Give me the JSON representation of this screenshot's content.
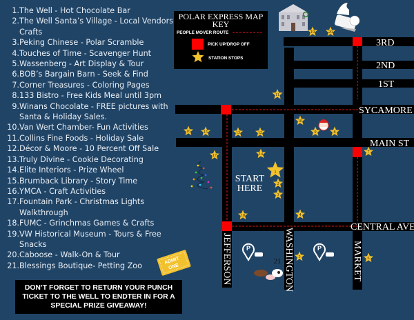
{
  "stops": [
    {
      "num": "1.",
      "label": "The Well - Hot Chocolate Bar"
    },
    {
      "num": "2.",
      "label": "The Well Santa’s Village - Local Vendors, Crafts"
    },
    {
      "num": "3.",
      "label": "Peking Chinese - Polar Scramble"
    },
    {
      "num": "4.",
      "label": "Touches of Time - Scavenger Hunt"
    },
    {
      "num": "5.",
      "label": "Wassenberg - Art Display & Tour"
    },
    {
      "num": "6.",
      "label": "BOB’s Bargain Barn - Seek & Find"
    },
    {
      "num": "7.",
      "label": "Corner Treasures - Coloring Pages"
    },
    {
      "num": "8.",
      "label": "133 Bistro - Free Kids Meal until 3pm"
    },
    {
      "num": "9.",
      "label": "Winans Chocolate - FREE pictures with Santa & Holiday Sales."
    },
    {
      "num": "10.",
      "label": "Van Wert Chamber- Fun Activities"
    },
    {
      "num": "11.",
      "label": "Collins Fine Foods - Holiday Sale"
    },
    {
      "num": "12.",
      "label": "Décor & Moore - 10 Percent Off Sale"
    },
    {
      "num": "13.",
      "label": "Truly Divine - Cookie Decorating"
    },
    {
      "num": "14.",
      "label": "Elite Interiors - Prize Wheel"
    },
    {
      "num": "15.",
      "label": "Brumback Library - Story Time"
    },
    {
      "num": "16.",
      "label": "YMCA - Craft Activities"
    },
    {
      "num": "17.",
      "label": "Fountain Park - Christmas Lights Walkthrough"
    },
    {
      "num": "18.",
      "label": "FUMC - Grinchmas Games & Crafts"
    },
    {
      "num": "19.",
      "label": "VW Historical Museum - Tours & Free Snacks"
    },
    {
      "num": "20.",
      "label": "Caboose - Walk-On & Tour"
    },
    {
      "num": "21.",
      "label": "Blessings Boutique- Petting Zoo"
    }
  ],
  "note": "DON’T FORGET TO RETURN YOUR PUNCH TICKET TO THE WELL TO ENDTER IN FOR A SPECIAL PRIZE GIVEAWAY!",
  "key": {
    "title_line1": "POLAR EXPRESS MAP",
    "title_line2": "KEY",
    "route": "PEOPLE MOVER ROUTE",
    "pickup": "PICK UP/DROP OFF",
    "stations": "STATION STOPS"
  },
  "streets": {
    "third": "3RD",
    "second": "2ND",
    "first": "1ST",
    "sycamore": "SYCAMORE",
    "main": "MAIN ST",
    "central": "CENTRAL AVE",
    "jefferson": "JEFFERSON",
    "washington": "WASHINGTON",
    "market": "MARKET"
  },
  "start": {
    "line1": "START",
    "line2": "HERE"
  },
  "ticket": {
    "line1": "ADMIT",
    "line2": "ONE"
  },
  "station_numbers": [
    "1",
    "2",
    "3",
    "4",
    "5",
    "6",
    "7",
    "8",
    "9",
    "10",
    "11",
    "12",
    "13",
    "14",
    "15",
    "16",
    "17",
    "18",
    "19",
    "20"
  ],
  "label_21": "21",
  "colors": {
    "background": "#204466",
    "street": "#000000",
    "route": "#e0161b",
    "pickup": "#ff0000",
    "star": "#f2c12e"
  }
}
